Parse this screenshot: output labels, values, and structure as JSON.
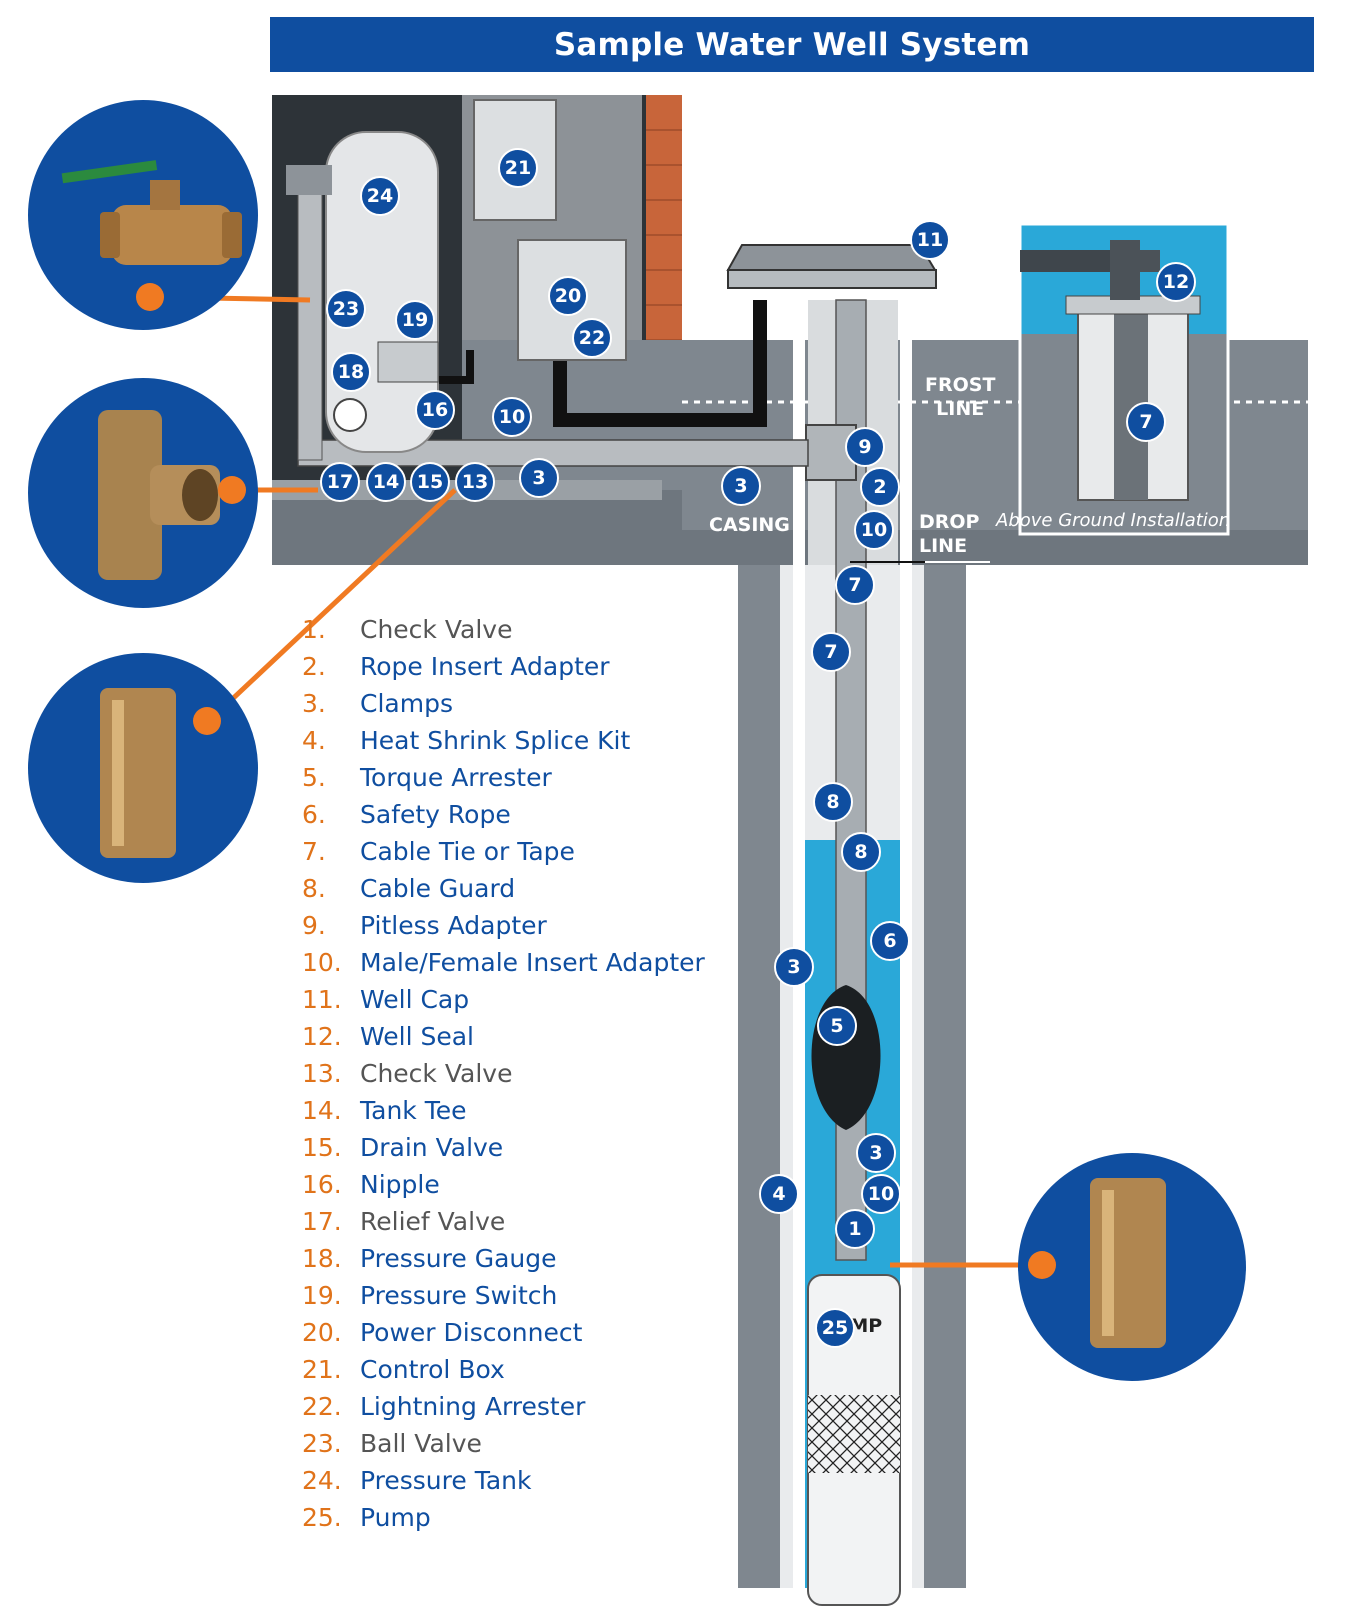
{
  "title": "Sample Water Well System",
  "labels": {
    "frost_line": "FROST\nLINE",
    "drop_line": "DROP\nLINE",
    "casing": "CASING",
    "above_ground": "Above Ground Installation",
    "pump": "PUMP"
  },
  "legend": [
    {
      "num": "1.",
      "label": "Check Valve",
      "highlight": true
    },
    {
      "num": "2.",
      "label": "Rope Insert Adapter",
      "highlight": false
    },
    {
      "num": "3.",
      "label": "Clamps",
      "highlight": false
    },
    {
      "num": "4.",
      "label": "Heat Shrink Splice Kit",
      "highlight": false
    },
    {
      "num": "5.",
      "label": "Torque Arrester",
      "highlight": false
    },
    {
      "num": "6.",
      "label": "Safety Rope",
      "highlight": false
    },
    {
      "num": "7.",
      "label": "Cable Tie or Tape",
      "highlight": false
    },
    {
      "num": "8.",
      "label": "Cable Guard",
      "highlight": false
    },
    {
      "num": "9.",
      "label": "Pitless Adapter",
      "highlight": false
    },
    {
      "num": "10.",
      "label": "Male/Female Insert Adapter",
      "highlight": false
    },
    {
      "num": "11.",
      "label": "Well Cap",
      "highlight": false
    },
    {
      "num": "12.",
      "label": "Well Seal",
      "highlight": false
    },
    {
      "num": "13.",
      "label": "Check Valve",
      "highlight": true
    },
    {
      "num": "14.",
      "label": "Tank Tee",
      "highlight": false
    },
    {
      "num": "15.",
      "label": "Drain Valve",
      "highlight": false
    },
    {
      "num": "16.",
      "label": "Nipple",
      "highlight": false
    },
    {
      "num": "17.",
      "label": "Relief Valve",
      "highlight": true
    },
    {
      "num": "18.",
      "label": "Pressure Gauge",
      "highlight": false
    },
    {
      "num": "19.",
      "label": "Pressure Switch",
      "highlight": false
    },
    {
      "num": "20.",
      "label": "Power Disconnect",
      "highlight": false
    },
    {
      "num": "21.",
      "label": "Control Box",
      "highlight": false
    },
    {
      "num": "22.",
      "label": "Lightning Arrester",
      "highlight": false
    },
    {
      "num": "23.",
      "label": "Ball Valve",
      "highlight": true
    },
    {
      "num": "24.",
      "label": "Pressure Tank",
      "highlight": false
    },
    {
      "num": "25.",
      "label": "Pump",
      "highlight": false
    }
  ],
  "callouts": [
    "24",
    "21",
    "20",
    "22",
    "23",
    "19",
    "18",
    "16",
    "10",
    "17",
    "14",
    "15",
    "13",
    "3",
    "11",
    "12",
    "9",
    "2",
    "10",
    "3",
    "7",
    "7",
    "8",
    "7",
    "8",
    "6",
    "3",
    "5",
    "3",
    "4",
    "10",
    "1",
    "25"
  ],
  "colors": {
    "brand_blue": "#0f4ea0",
    "orange": "#f07a22",
    "highlight": "#f9d7bd",
    "water": "#2aa8d8"
  },
  "product_photos": [
    "ball-valve",
    "tank-tee",
    "check-valve",
    "check-valve"
  ]
}
